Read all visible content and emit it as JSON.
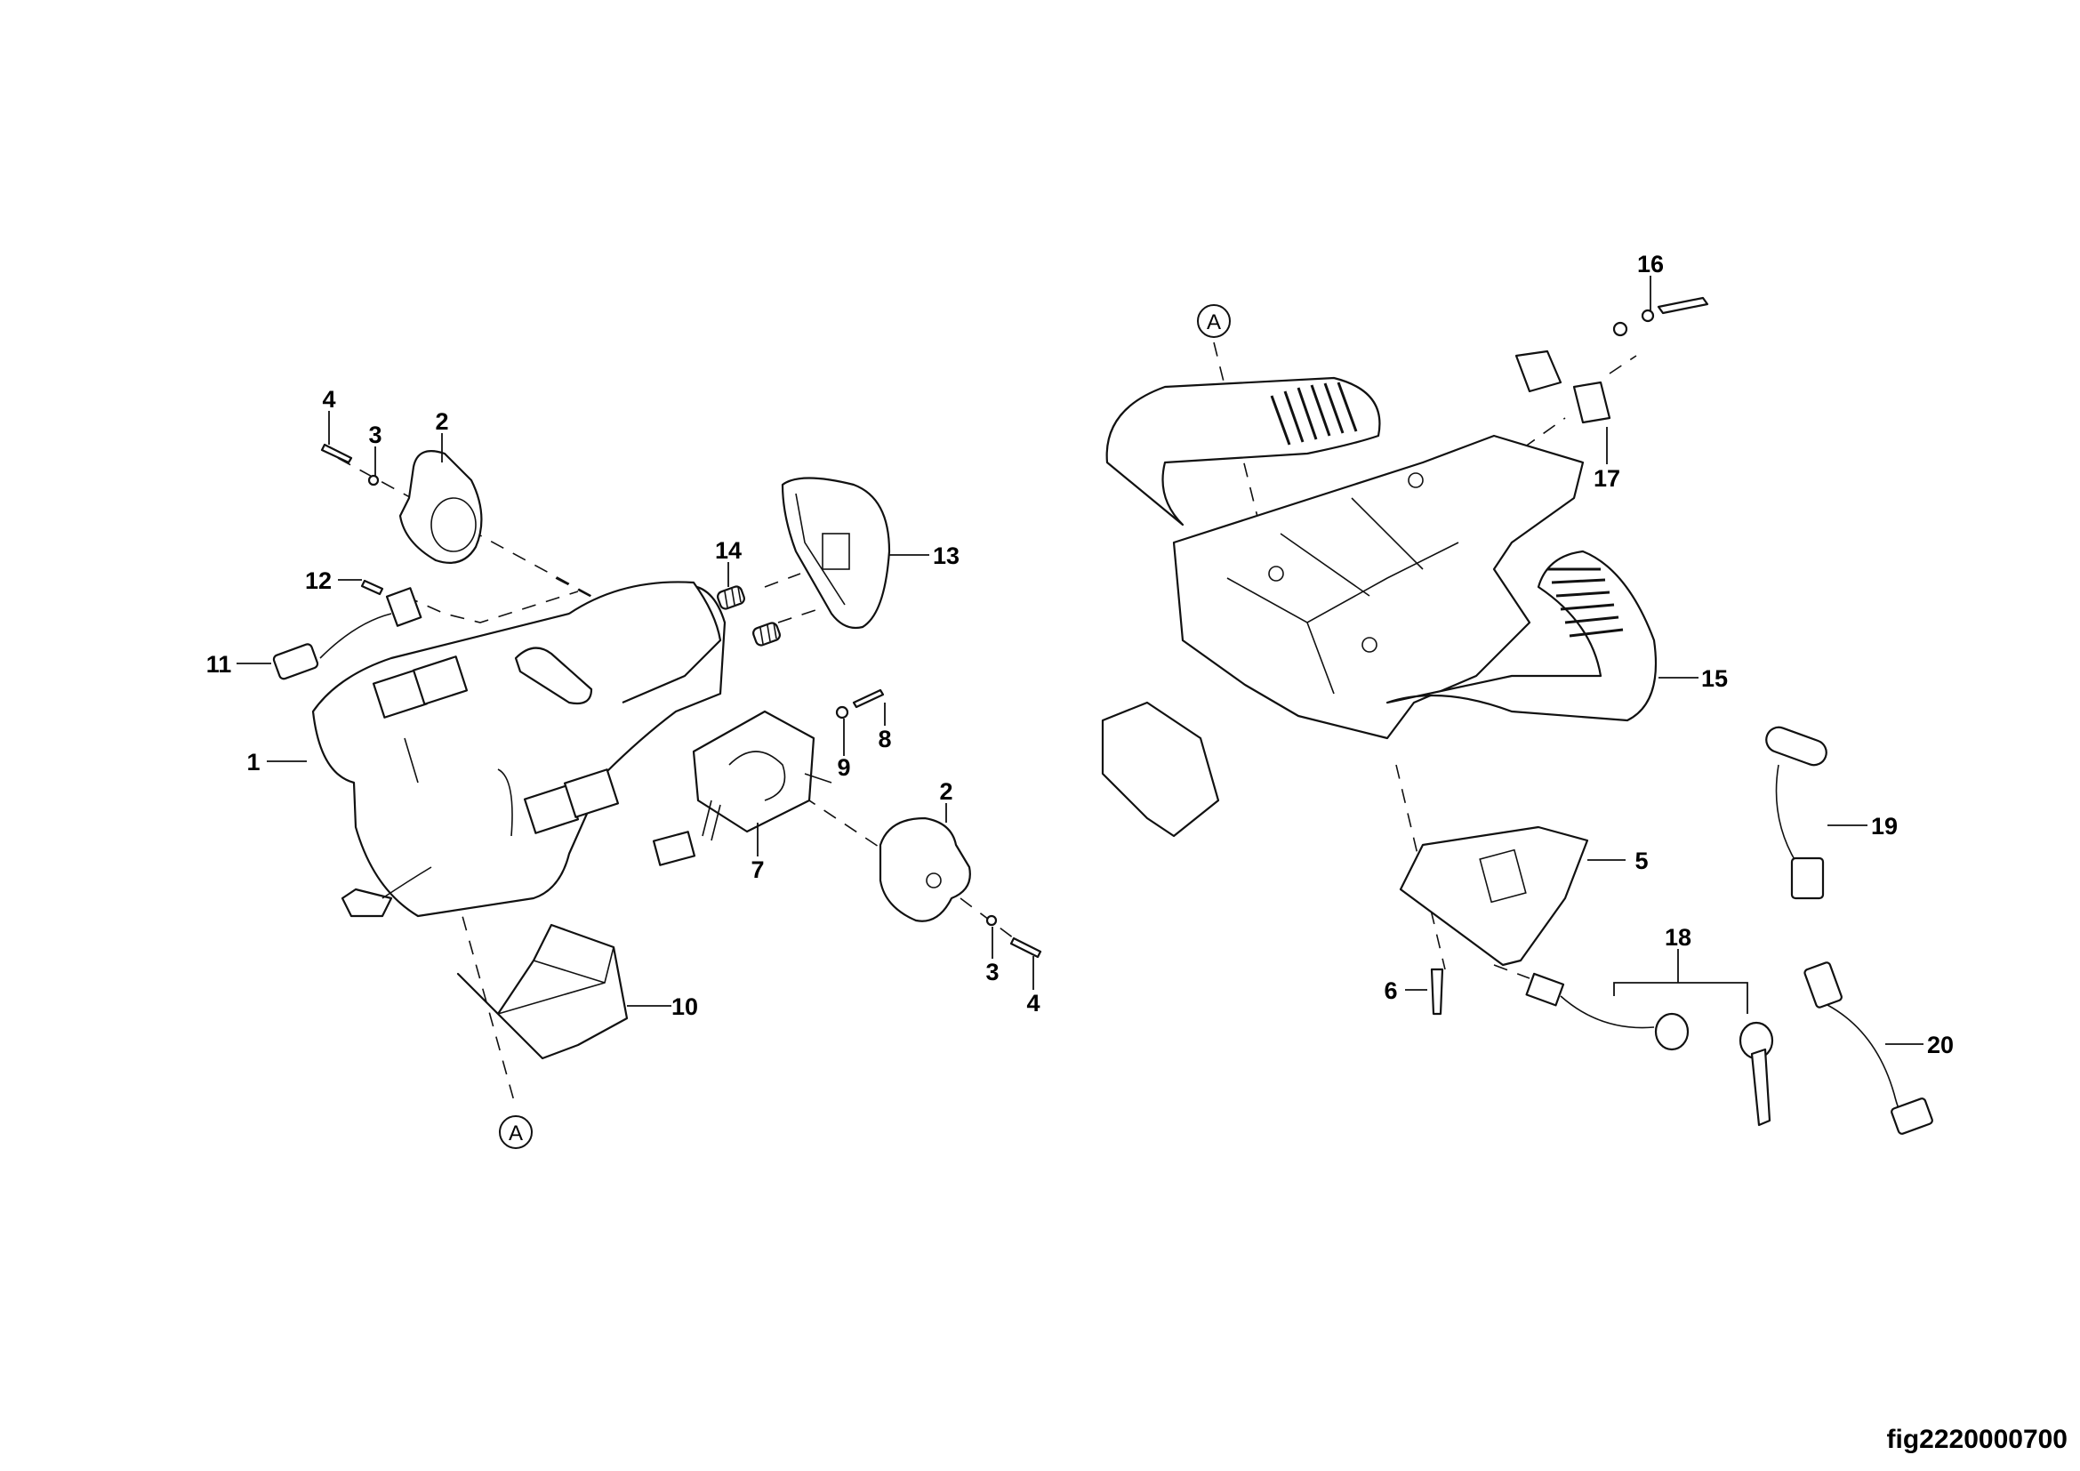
{
  "figure_id": "fig2220000700",
  "reference_marker": "A",
  "callouts": {
    "left": {
      "c1": "1",
      "c2a": "2",
      "c2b": "2",
      "c3a": "3",
      "c3b": "3",
      "c4a": "4",
      "c4b": "4",
      "c7": "7",
      "c8": "8",
      "c9": "9",
      "c10": "10",
      "c11": "11",
      "c12": "12",
      "c13": "13",
      "c14": "14"
    },
    "right": {
      "c5": "5",
      "c6": "6",
      "c15": "15",
      "c16": "16",
      "c17": "17",
      "c18": "18",
      "c19": "19",
      "c20": "20"
    }
  }
}
